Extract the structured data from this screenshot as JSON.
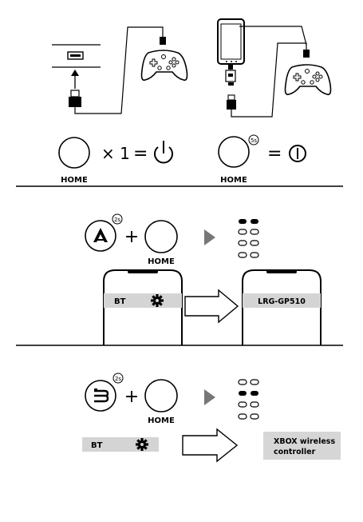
{
  "section1": {
    "left_op": "× 1",
    "equals": "=",
    "home_left": "HOME",
    "home_right": "HOME",
    "hold_badge": "5s"
  },
  "section2": {
    "hold_badge": "2s",
    "plus": "+",
    "home": "HOME",
    "bt_label": "BT",
    "device_name": "LRG-GP510"
  },
  "section3": {
    "hold_badge": "2s",
    "plus": "+",
    "home": "HOME",
    "bt_label": "BT",
    "device_name_line1": "XBOX wireless",
    "device_name_line2": "controller"
  },
  "colors": {
    "ink": "#000000",
    "grey_bar": "#d4d4d4",
    "grey_box": "#d6d6d6",
    "divider": "#000000"
  },
  "icons": [
    "usb-port-icon",
    "up-arrow-icon",
    "usb-plug-icon",
    "gamepad-icon",
    "phone-icon",
    "power-icon",
    "gear-icon",
    "play-triangle-icon",
    "led-indicator-icon",
    "outline-right-arrow-icon",
    "a-button-icon",
    "b-button-icon"
  ]
}
